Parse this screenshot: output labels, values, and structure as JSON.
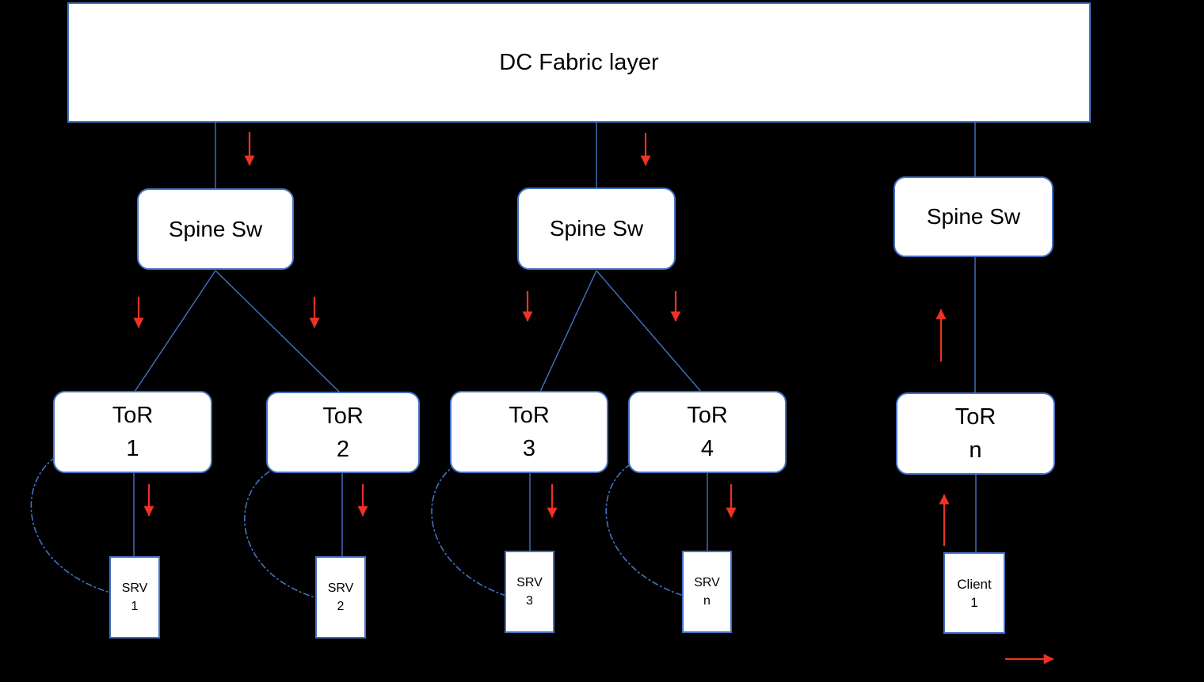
{
  "diagram": {
    "fabric": {
      "label": "DC Fabric layer"
    },
    "spines": [
      {
        "label": "Spine Sw"
      },
      {
        "label": "Spine Sw"
      },
      {
        "label": "Spine Sw"
      }
    ],
    "tors": [
      {
        "line1": "ToR",
        "line2": "1"
      },
      {
        "line1": "ToR",
        "line2": "2"
      },
      {
        "line1": "ToR",
        "line2": "3"
      },
      {
        "line1": "ToR",
        "line2": "4"
      },
      {
        "line1": "ToR",
        "line2": "n"
      }
    ],
    "servers": [
      {
        "line1": "SRV",
        "line2": "1"
      },
      {
        "line1": "SRV",
        "line2": "2"
      },
      {
        "line1": "SRV",
        "line2": "3"
      },
      {
        "line1": "SRV",
        "line2": "n"
      }
    ],
    "client": {
      "line1": "Client",
      "line2": "1"
    },
    "colors": {
      "background": "#000000",
      "box_fill": "#ffffff",
      "box_border": "#4472c4",
      "connector": "#4472c4",
      "loop_dash": "#4472c4",
      "arrow": "#ee3224",
      "text": "#000000"
    }
  }
}
